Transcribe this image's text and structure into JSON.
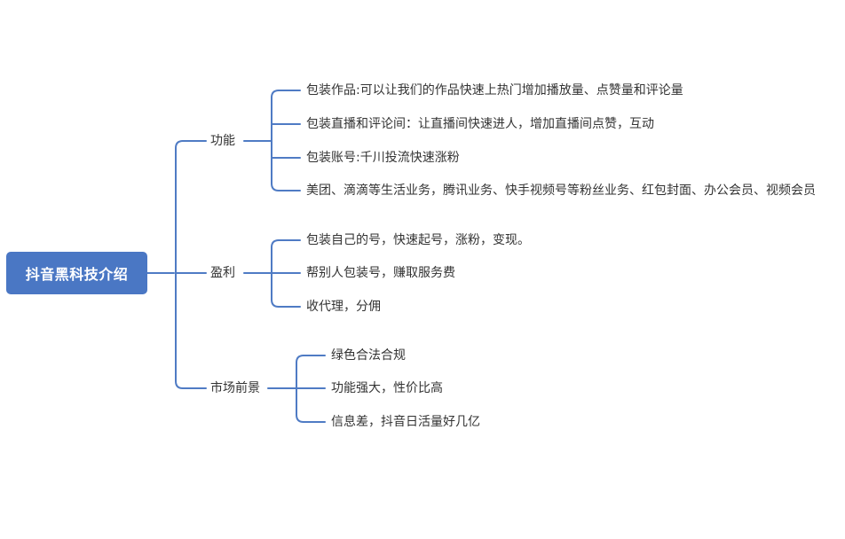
{
  "root": {
    "label": "抖音黑科技介绍"
  },
  "branches": [
    {
      "label": "功能",
      "items": [
        "包装作品:可以让我们的作品快速上热门增加播放量、点赞量和评论量",
        "包装直播和评论间：让直播间快速进人，增加直播间点赞，互动",
        "包装账号:千川投流快速涨粉",
        "美团、滴滴等生活业务，腾讯业务、快手视频号等粉丝业务、红包封面、办公会员、视频会员"
      ]
    },
    {
      "label": "盈利",
      "items": [
        "包装自己的号，快速起号，涨粉，变现。",
        "帮别人包装号，赚取服务费",
        "收代理，分佣"
      ]
    },
    {
      "label": "市场前景",
      "items": [
        "绿色合法合规",
        "功能强大，性价比高",
        "信息差，抖音日活量好几亿"
      ]
    }
  ]
}
